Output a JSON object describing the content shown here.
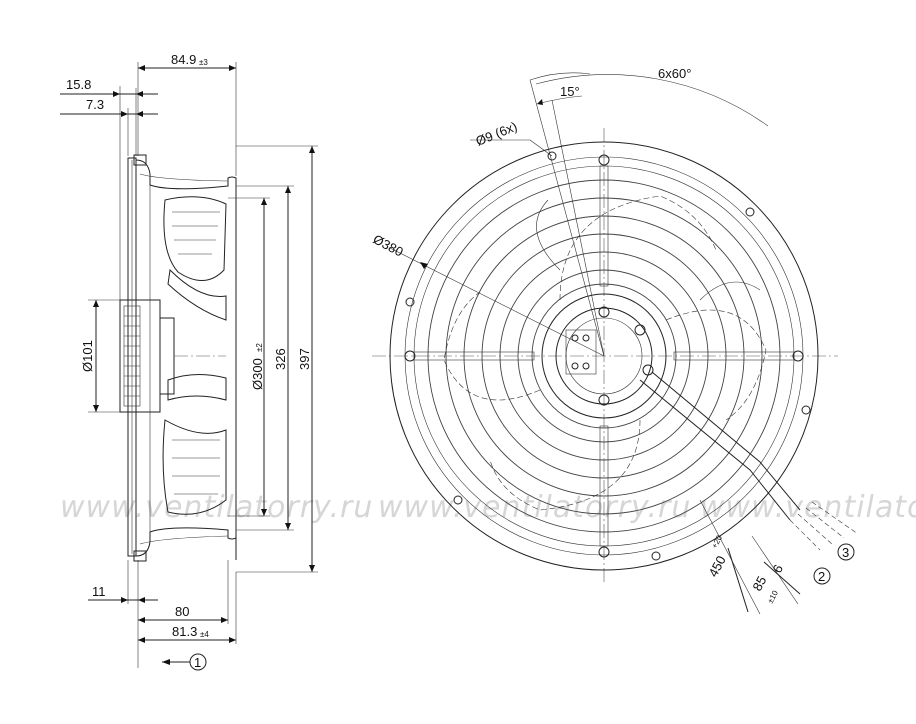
{
  "watermark": "www.ventilatorry.ru",
  "side_view": {
    "depth": "84.9",
    "depth_tol": "±3",
    "flange_offset": "15.8",
    "flange_thickness": "7.3",
    "hub_diameter": "Ø101",
    "blade_diameter": "Ø300",
    "blade_diameter_tol": "±2",
    "inner_ring": "326",
    "outer_diameter": "397",
    "bottom_offset": "11",
    "body_length": "80",
    "total_length": "81.3",
    "total_length_tol": "±4",
    "airflow_marker": "1"
  },
  "front_view": {
    "bolt_pattern": "6x60°",
    "angle_offset": "15°",
    "hole_spec": "Ø9 (6x)",
    "bolt_circle": "Ø380",
    "cable_length": "450",
    "cable_length_tol": "+20",
    "lead_strip": "6",
    "lead_length": "85",
    "lead_length_tol": "±10",
    "marker_2": "2",
    "marker_3": "3"
  }
}
